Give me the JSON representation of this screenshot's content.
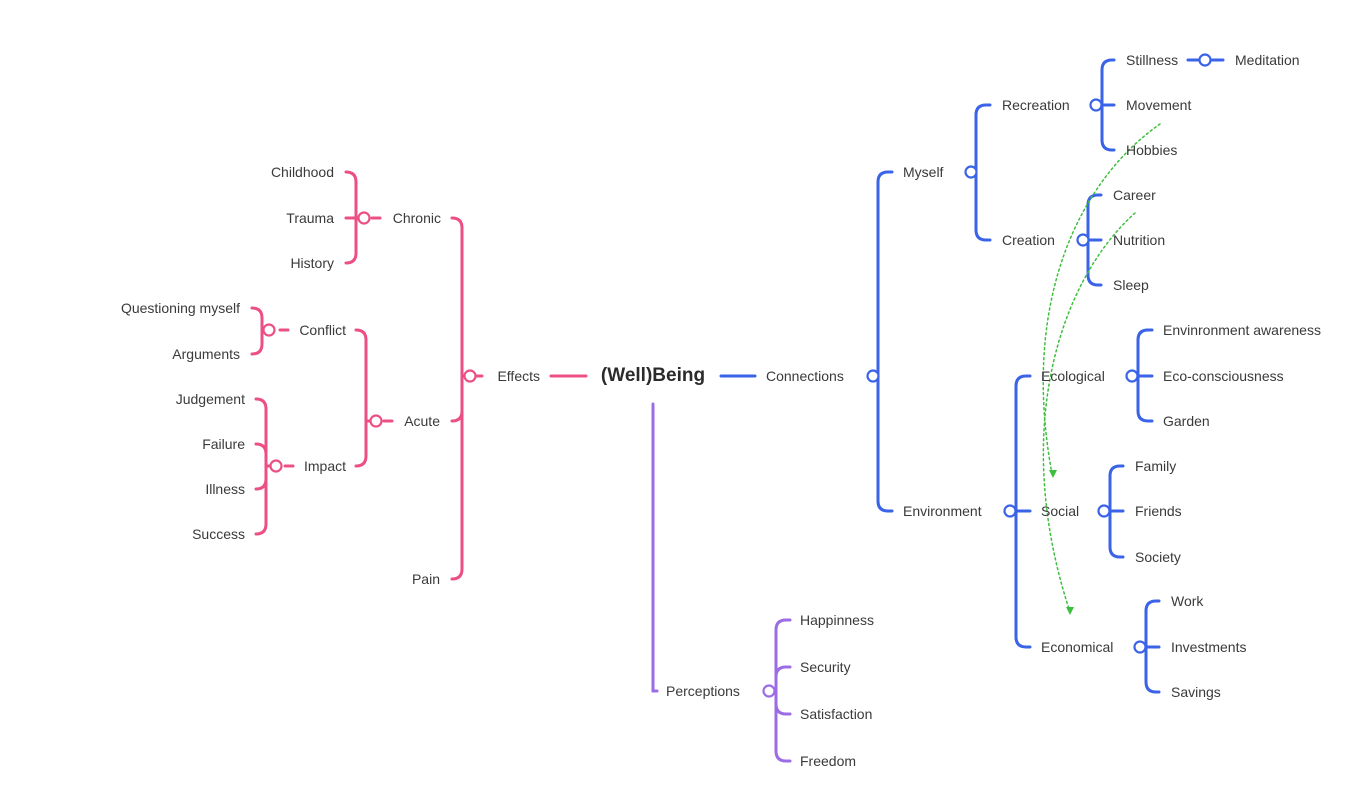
{
  "colors": {
    "effects": "#ec4f86",
    "connections": "#3a63e8",
    "perceptions": "#9b6ce6",
    "relation": "#3cbf3c"
  },
  "root": {
    "label": "(Well)Being"
  },
  "effects": {
    "label": "Effects",
    "chronic": {
      "label": "Chronic",
      "items": [
        "Childhood",
        "Trauma",
        "History"
      ]
    },
    "acute": {
      "label": "Acute",
      "conflict": {
        "label": "Conflict",
        "items": [
          "Questioning myself",
          "Arguments"
        ]
      },
      "impact": {
        "label": "Impact",
        "items": [
          "Judgement",
          "Failure",
          "Illness",
          "Success"
        ]
      }
    },
    "pain": {
      "label": "Pain"
    }
  },
  "connections": {
    "label": "Connections",
    "myself": {
      "label": "Myself",
      "recreation": {
        "label": "Recreation",
        "stillness": {
          "label": "Stillness",
          "meditation": "Meditation"
        },
        "movement": "Movement",
        "hobbies": "Hobbies"
      },
      "creation": {
        "label": "Creation",
        "items": [
          "Career",
          "Nutrition",
          "Sleep"
        ]
      }
    },
    "environment": {
      "label": "Environment",
      "ecological": {
        "label": "Ecological",
        "items": [
          "Envinronment awareness",
          "Eco-consciousness",
          "Garden"
        ]
      },
      "social": {
        "label": "Social",
        "items": [
          "Family",
          "Friends",
          "Society"
        ]
      },
      "economical": {
        "label": "Economical",
        "items": [
          "Work",
          "Investments",
          "Savings"
        ]
      }
    }
  },
  "perceptions": {
    "label": "Perceptions",
    "items": [
      "Happinness",
      "Security",
      "Satisfaction",
      "Freedom"
    ]
  }
}
